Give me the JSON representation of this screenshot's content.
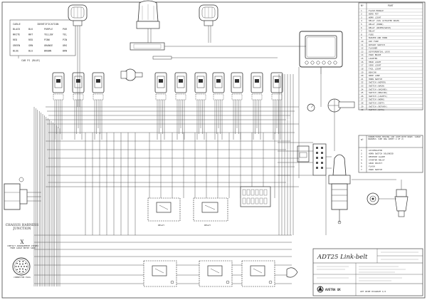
{
  "color_legend": {
    "headers": [
      "CABLE",
      "IDENTIFICATION"
    ],
    "rows": [
      [
        "BLACK",
        "BLK",
        "PURPLE",
        "PUR"
      ],
      [
        "WHITE",
        "WHT",
        "YELLOW",
        "YEL"
      ],
      [
        "RED",
        "RED",
        "PINK",
        "PIN"
      ],
      [
        "GREEN",
        "GRN",
        "ORANGE",
        "ORG"
      ],
      [
        "BLUE",
        "BLU",
        "BROWN",
        "BRN"
      ]
    ],
    "note": "CAB FS (BLUE)"
  },
  "parts_table": {
    "header_no": "Nº",
    "header_part": "PART",
    "rows": [
      [
        "1",
        "FLASH MODULE"
      ],
      [
        "2",
        "WIRE PIT"
      ],
      [
        "3",
        "WORK LIGHT"
      ],
      [
        "4",
        "RELAY (SOL ACTUATED ROAM)"
      ],
      [
        "5",
        "RELAY (HORN)"
      ],
      [
        "6",
        "RELAY (WIPER/WASH)"
      ],
      [
        "7",
        "RELAY"
      ],
      [
        "8",
        "FUSE"
      ],
      [
        "9",
        "BUZZER AND HORN"
      ],
      [
        "10",
        "DIP FUSE"
      ],
      [
        "11",
        "ROTARY SWITCH"
      ],
      [
        "12",
        "FLASHER"
      ],
      [
        "13",
        "DIFFERENTIAL LOCK"
      ],
      [
        "14",
        "PARK BRAKE"
      ],
      [
        "15",
        "LIGHTER"
      ],
      [
        "16",
        "HEAD LIGHT"
      ],
      [
        "17",
        "SIDE LIGHT"
      ],
      [
        "18",
        "TAIL LIGHT"
      ],
      [
        "19",
        "BEACON"
      ],
      [
        "20",
        "WIRE LINE"
      ],
      [
        "21",
        "HORN SWITCH"
      ],
      [
        "22",
        "SWITCH (WIPER)"
      ],
      [
        "23",
        "SWITCH (WASH)"
      ],
      [
        "24",
        "SWITCH (HAZARD)"
      ],
      [
        "25",
        "SWITCH (BEACON)"
      ],
      [
        "26",
        "SWITCH (LIGHTS)"
      ],
      [
        "27",
        "SWITCH (WORK)"
      ],
      [
        "28",
        "SWITCH (DIFF)"
      ],
      [
        "29",
        "SWITCH (ROTARY)"
      ],
      [
        "30",
        "SWITCH (DATA)"
      ]
    ]
  },
  "connections_table": {
    "title": "CONNECTIONS MOVING CAB LOOM WITH ROAM. CABLE HARNESS (SEE DRG SHEET 2 OF 2)",
    "header_no": "Nº",
    "rows": [
      [
        "1",
        "ACCUMULATOR"
      ],
      [
        "2",
        "HORN SWITCH SOLENOID"
      ],
      [
        "3",
        "REVERSE ALARM"
      ],
      [
        "4",
        "STARTER RELAY"
      ],
      [
        "5",
        "GEAR SELECT"
      ],
      [
        "6",
        "FLASH"
      ],
      [
        "7",
        "PARK SWITCH"
      ]
    ]
  },
  "chassis": {
    "title": "CHASSIS HARNESS JUNCTION",
    "mark": "X",
    "note": "CONTACT ARRANGEMENT VIEWED FROM CABLE ENTRY SIDE",
    "bottom": "CONNECTOR PLUG"
  },
  "title_block": {
    "model": "ADT25 Link-belt",
    "company": "AVETRA UK",
    "drawing_no": "ADT WIRE DIAGRAM 1/2"
  },
  "component_labels": {
    "relay_left": "RELAY",
    "relay_right": "RELAY"
  }
}
